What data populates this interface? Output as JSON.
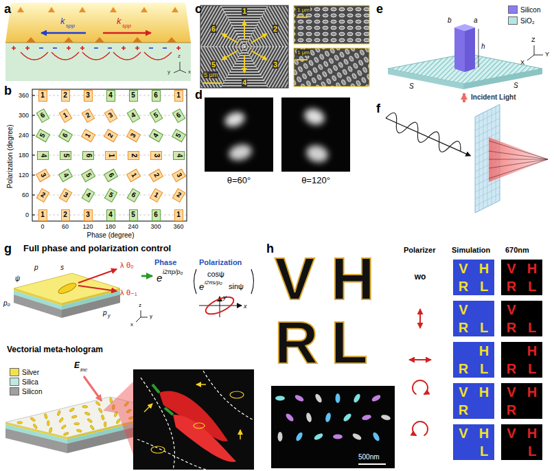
{
  "diagram": {
    "nodes": [
      {
        "text": [
          "1"
        ]
      },
      {
        "text": [
          "2"
        ]
      },
      {
        "text": [
          "3"
        ]
      },
      {
        "text": [
          "4"
        ]
      },
      {
        "text": [
          "5"
        ]
      },
      {
        "text": [
          "6"
        ]
      },
      {
        "text": [
          "1"
        ]
      },
      {
        "text": [
          "6"
        ]
      },
      {
        "text": [
          "1"
        ]
      },
      {
        "text": [
          "2"
        ]
      },
      {
        "text": [
          "3"
        ]
      },
      {
        "text": [
          "4"
        ]
      },
      {
        "text": [
          "5"
        ]
      },
      {
        "text": [
          "6"
        ]
      },
      {
        "text": [
          "5"
        ]
      },
      {
        "text": [
          "6"
        ]
      },
      {
        "text": [
          "1"
        ]
      },
      {
        "text": [
          "2"
        ]
      },
      {
        "text": [
          "3"
        ]
      },
      {
        "text": [
          "4"
        ]
      },
      {
        "text": [
          "5"
        ]
      },
      {
        "text": [
          "4"
        ]
      },
      {
        "text": [
          "5"
        ]
      },
      {
        "text": [
          "6"
        ]
      },
      {
        "text": [
          "1"
        ]
      },
      {
        "text": [
          "2"
        ]
      },
      {
        "text": [
          "3"
        ]
      },
      {
        "text": [
          "4"
        ]
      },
      {
        "text": [
          "3"
        ]
      },
      {
        "text": [
          "4"
        ]
      },
      {
        "text": [
          "5"
        ]
      },
      {
        "text": [
          "6"
        ]
      },
      {
        "text": [
          "1"
        ]
      },
      {
        "text": [
          "2"
        ]
      },
      {
        "text": [
          "3"
        ]
      },
      {
        "text": [
          "2"
        ]
      },
      {
        "text": [
          "3"
        ]
      },
      {
        "text": [
          "4"
        ]
      },
      {
        "text": [
          "5"
        ]
      },
      {
        "text": [
          "6"
        ]
      },
      {
        "text": [
          "1"
        ]
      },
      {
        "text": [
          "2"
        ]
      },
      {
        "text": [
          "1"
        ]
      },
      {
        "text": [
          "2"
        ]
      },
      {
        "text": [
          "3"
        ]
      },
      {
        "text": [
          "4"
        ]
      },
      {
        "text": [
          "5"
        ]
      },
      {
        "text": [
          "6"
        ]
      },
      {
        "text": [
          "1"
        ]
      },
      {
        "text": [
          "V",
          "H",
          "R",
          "L"
        ]
      },
      {
        "text": [
          "V",
          "H",
          "R",
          "L"
        ]
      },
      {
        "text": [
          "V",
          "R",
          "L"
        ]
      },
      {
        "text": [
          "V",
          "R",
          "L"
        ]
      },
      {
        "text": [
          "H",
          "R",
          "L"
        ]
      },
      {
        "text": [
          "H",
          "R",
          "L"
        ]
      },
      {
        "text": [
          "V",
          "H",
          "R"
        ]
      },
      {
        "text": [
          "V",
          "H",
          "R"
        ]
      },
      {
        "text": [
          "V",
          "H",
          "L"
        ]
      },
      {
        "text": [
          "V",
          "H",
          "L"
        ]
      }
    ],
    "labels": [
      "a",
      "k",
      "spp",
      "k",
      "spp",
      "z",
      "x",
      "y",
      "b",
      "Polarization (degree)",
      "0",
      "60",
      "120",
      "180",
      "240",
      "300",
      "360",
      "0",
      "60",
      "120",
      "180",
      "240",
      "300",
      "360",
      "Phase (degree)",
      "c",
      "1",
      "2",
      "3",
      "4",
      "5",
      "6",
      "5 μm",
      "1 μm",
      "1 μm",
      "d",
      "θ=60°",
      "θ=120°",
      "e",
      "b",
      "a",
      "h",
      "S",
      "S",
      "Z",
      "Y",
      "X",
      "Incident Light",
      "f",
      "g",
      "Full phase and polarization control",
      "Phase",
      "Polarization",
      "λ",
      "θ₀",
      "λ",
      "θ₋₁",
      "e",
      "i2πp/p₀",
      "cosψ",
      "e",
      "i2πs/p₀",
      "sinψ",
      "p",
      "s",
      "ψ",
      "p₀",
      "p",
      "y",
      "z",
      "y",
      "x",
      "x",
      "y",
      "Vectorial meta-hologram",
      "E",
      "inc",
      "h",
      "V",
      "H",
      "R",
      "L",
      "Polarizer",
      "Simulation",
      "670nm",
      "wo",
      "500nm"
    ],
    "legend": [
      {
        "text": "Silicon",
        "color": "#8a7cf0"
      },
      {
        "text": "SiO₂",
        "color": "#b8e4e4"
      },
      {
        "text": "Silver",
        "color": "#f2e24a"
      },
      {
        "text": "Silica",
        "color": "#bfe8e0"
      },
      {
        "text": "Silicon",
        "color": "#a0a0a0"
      }
    ]
  }
}
